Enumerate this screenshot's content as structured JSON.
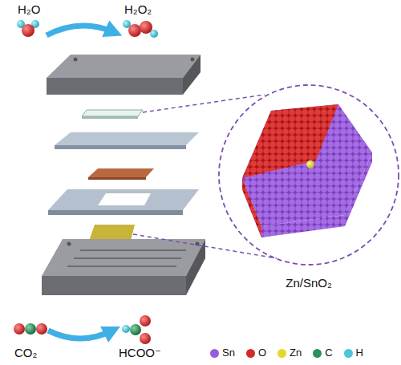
{
  "diagram": {
    "labels": [
      "H₂O",
      "H₂O₂",
      "CO₂",
      "HCOO⁻",
      "Zn/SnO₂"
    ],
    "legend": [
      {
        "text": "Sn",
        "color": "#9a5cd8"
      },
      {
        "text": "O",
        "color": "#d42a2a"
      },
      {
        "text": "Zn",
        "color": "#e8d62c"
      },
      {
        "text": "C",
        "color": "#2e8f5a"
      },
      {
        "text": "H",
        "color": "#4cc4da"
      }
    ]
  }
}
